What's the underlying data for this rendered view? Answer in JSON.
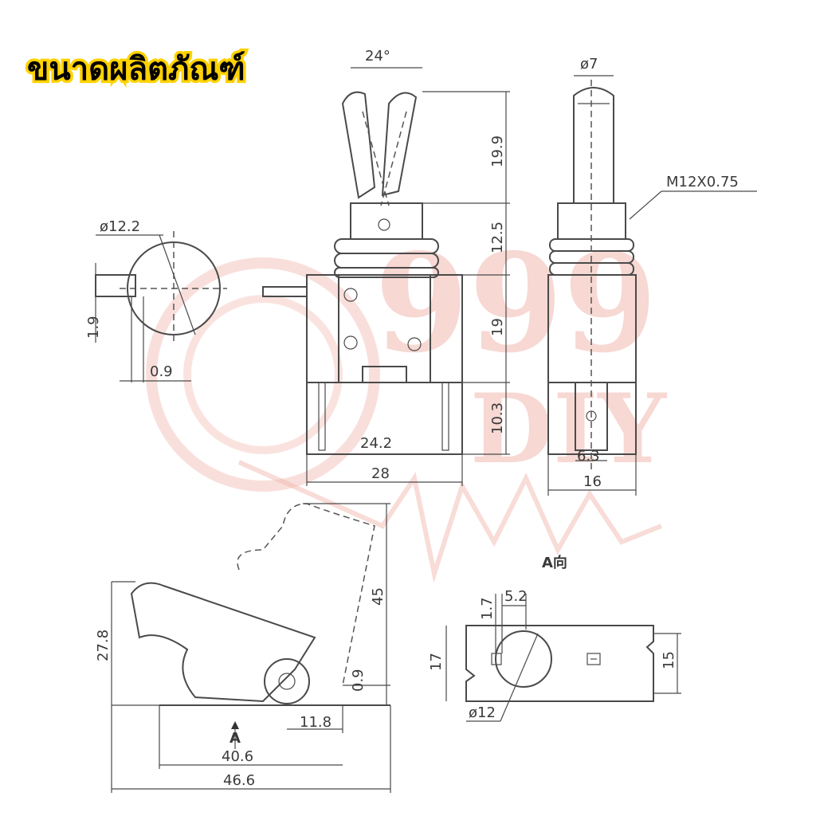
{
  "title": "ขนาดผลิตภัณฑ์",
  "watermark": {
    "number": "999",
    "text": "DIY",
    "color": "#f2b9b0"
  },
  "colors": {
    "title_fill": "#000000",
    "title_outline": "#ffd200",
    "lines": "#4a4a4a"
  },
  "dimensions": {
    "angle": "24°",
    "d7": "ø7",
    "thread": "M12X0.75",
    "lever_h": "19.9",
    "collar_h": "12.5",
    "body_h": "19",
    "term_h": "10.3",
    "w242": "24.2",
    "w28": "28",
    "w63": "6.3",
    "w16": "16",
    "d122": "ø12.2",
    "h19": "1.9",
    "w09": "0.9",
    "h45": "45",
    "h278": "27.8",
    "h09": "0.9",
    "w118": "11.8",
    "w406": "40.6",
    "w466": "46.6",
    "arrow_a": "A",
    "view_a": "A向",
    "v17a": "1.7",
    "v52": "5.2",
    "v17": "17",
    "v15": "15",
    "v12": "ø12"
  }
}
